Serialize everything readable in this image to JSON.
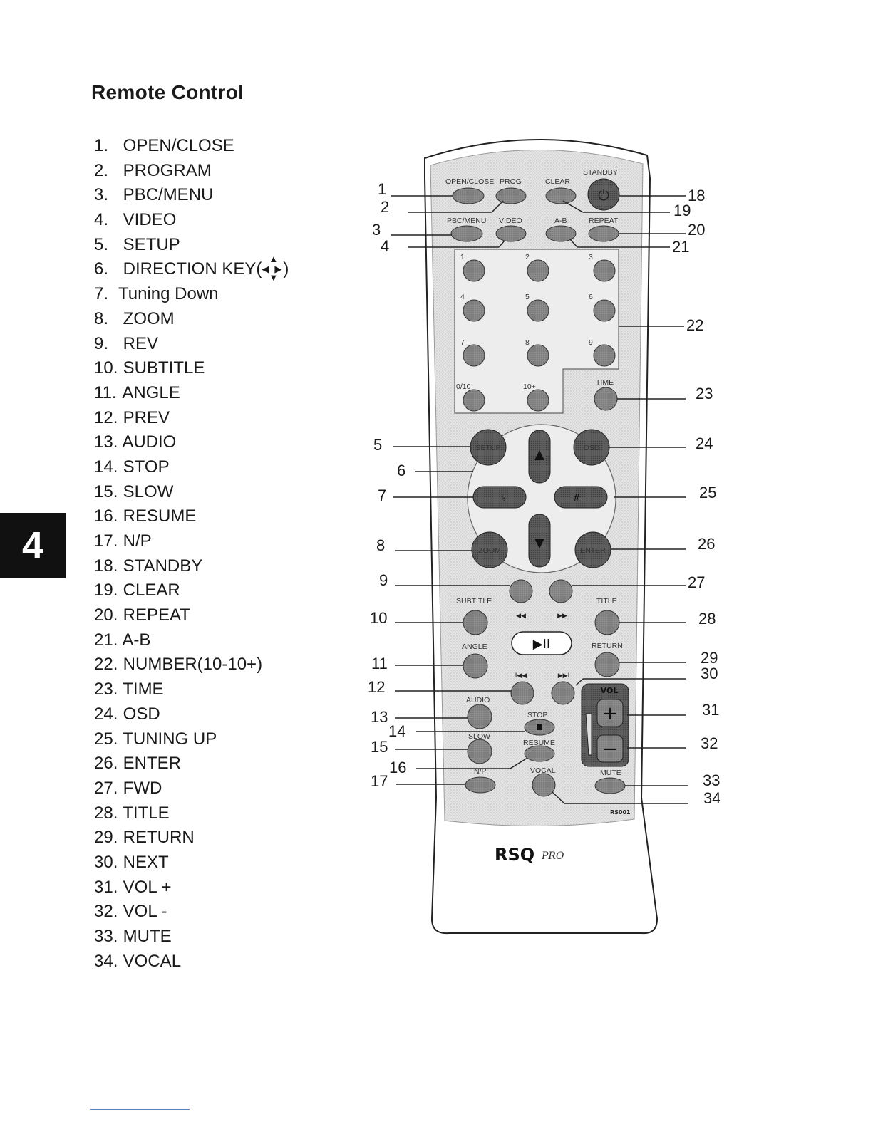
{
  "title": "Remote Control",
  "chapter": "4",
  "legend": [
    {
      "num": "1.",
      "label": "OPEN/CLOSE"
    },
    {
      "num": "2.",
      "label": "PROGRAM"
    },
    {
      "num": "3.",
      "label": "PBC/MENU"
    },
    {
      "num": "4.",
      "label": "VIDEO"
    },
    {
      "num": "5.",
      "label": "SETUP"
    },
    {
      "num": "6.",
      "label": "DIRECTION KEY(",
      "label_suffix": ")"
    },
    {
      "num": "7.",
      "label": "Tuning Down"
    },
    {
      "num": "8.",
      "label": "ZOOM"
    },
    {
      "num": "9.",
      "label": "REV"
    },
    {
      "num": "10.",
      "label": "SUBTITLE"
    },
    {
      "num": "11.",
      "label": "ANGLE"
    },
    {
      "num": "12.",
      "label": "PREV"
    },
    {
      "num": "13.",
      "label": "AUDIO"
    },
    {
      "num": "14.",
      "label": "STOP"
    },
    {
      "num": "15.",
      "label": "SLOW"
    },
    {
      "num": "16.",
      "label": "RESUME"
    },
    {
      "num": "17.",
      "label": "N/P"
    },
    {
      "num": "18.",
      "label": "STANDBY"
    },
    {
      "num": "19.",
      "label": "CLEAR"
    },
    {
      "num": "20.",
      "label": "REPEAT"
    },
    {
      "num": "21.",
      "label": "A-B"
    },
    {
      "num": "22.",
      "label": "NUMBER(10-10+)"
    },
    {
      "num": "23.",
      "label": "TIME"
    },
    {
      "num": "24.",
      "label": "OSD"
    },
    {
      "num": "25.",
      "label": "TUNING UP"
    },
    {
      "num": "26.",
      "label": "ENTER"
    },
    {
      "num": "27.",
      "label": "FWD"
    },
    {
      "num": "28.",
      "label": "TITLE"
    },
    {
      "num": "29.",
      "label": "RETURN"
    },
    {
      "num": "30.",
      "label": "NEXT"
    },
    {
      "num": "31.",
      "label": "VOL +"
    },
    {
      "num": "32.",
      "label": "VOL -"
    },
    {
      "num": "33.",
      "label": "MUTE"
    },
    {
      "num": "34.",
      "label": "VOCAL"
    }
  ],
  "direction_glyphs": {
    "up": "▲",
    "down": "▼",
    "left": "◀",
    "right": "▶"
  },
  "remote": {
    "button_labels": {
      "open_close": "OPEN/CLOSE",
      "prog": "PROG",
      "clear": "CLEAR",
      "standby": "STANDBY",
      "pbc_menu": "PBC/MENU",
      "video": "VIDEO",
      "ab": "A-B",
      "repeat": "REPEAT",
      "n1": "1",
      "n2": "2",
      "n3": "3",
      "n4": "4",
      "n5": "5",
      "n6": "6",
      "n7": "7",
      "n8": "8",
      "n9": "9",
      "n0_10": "0/10",
      "n10_plus": "10+",
      "time": "TIME",
      "setup": "SETUP",
      "osd": "OSD",
      "zoom": "ZOOM",
      "enter": "ENTER",
      "subtitle": "SUBTITLE",
      "title": "TITLE",
      "angle": "ANGLE",
      "return": "RETURN",
      "audio": "AUDIO",
      "stop": "STOP",
      "slow": "SLOW",
      "resume": "RESUME",
      "np": "N/P",
      "vocal": "VOCAL",
      "mute": "MUTE",
      "vol": "VOL",
      "model": "RS001"
    },
    "glyphs": {
      "rew": "◀◀",
      "ff": "▶▶",
      "prev": "I◀◀",
      "next": "▶▶I",
      "play_pause": "▶II",
      "power": "⏻",
      "plus": "+",
      "minus": "−",
      "tune_down": "♭",
      "tune_up": "#"
    },
    "brand": "RSQ",
    "brand_suffix": "PRO",
    "callouts": {
      "c1": "1",
      "c2": "2",
      "c3": "3",
      "c4": "4",
      "c5": "5",
      "c6": "6",
      "c7": "7",
      "c8": "8",
      "c9": "9",
      "c10": "10",
      "c11": "11",
      "c12": "12",
      "c13": "13",
      "c14": "14",
      "c15": "15",
      "c16": "16",
      "c17": "17",
      "c18": "18",
      "c19": "19",
      "c20": "20",
      "c21": "21",
      "c22": "22",
      "c23": "23",
      "c24": "24",
      "c25": "25",
      "c26": "26",
      "c27": "27",
      "c28": "28",
      "c29": "29",
      "c30": "30",
      "c31": "31",
      "c32": "32",
      "c33": "33",
      "c34": "34"
    }
  }
}
